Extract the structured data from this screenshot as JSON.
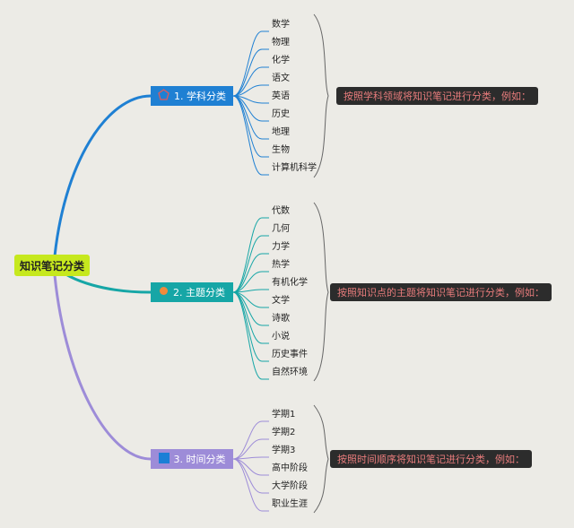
{
  "root": {
    "label": "知识笔记分类"
  },
  "branches": [
    {
      "label": "1. 学科分类",
      "icon": "pentagon-icon",
      "color": "#1f80d3",
      "note": "按照学科领域将知识笔记进行分类，例如：",
      "leaves": [
        "数学",
        "物理",
        "化学",
        "语文",
        "英语",
        "历史",
        "地理",
        "生物",
        "计算机科学"
      ]
    },
    {
      "label": "2. 主题分类",
      "icon": "orange-dot-icon",
      "color": "#16a6a6",
      "note": "按照知识点的主题将知识笔记进行分类，例如：",
      "leaves": [
        "代数",
        "几何",
        "力学",
        "热学",
        "有机化学",
        "文学",
        "诗歌",
        "小说",
        "历史事件",
        "自然环境"
      ]
    },
    {
      "label": "3. 时间分类",
      "icon": "blue-square-icon",
      "color": "#9d8cd8",
      "note": "按照时间顺序将知识笔记进行分类，例如：",
      "leaves": [
        "学期1",
        "学期2",
        "学期3",
        "高中阶段",
        "大学阶段",
        "职业生涯"
      ]
    }
  ]
}
